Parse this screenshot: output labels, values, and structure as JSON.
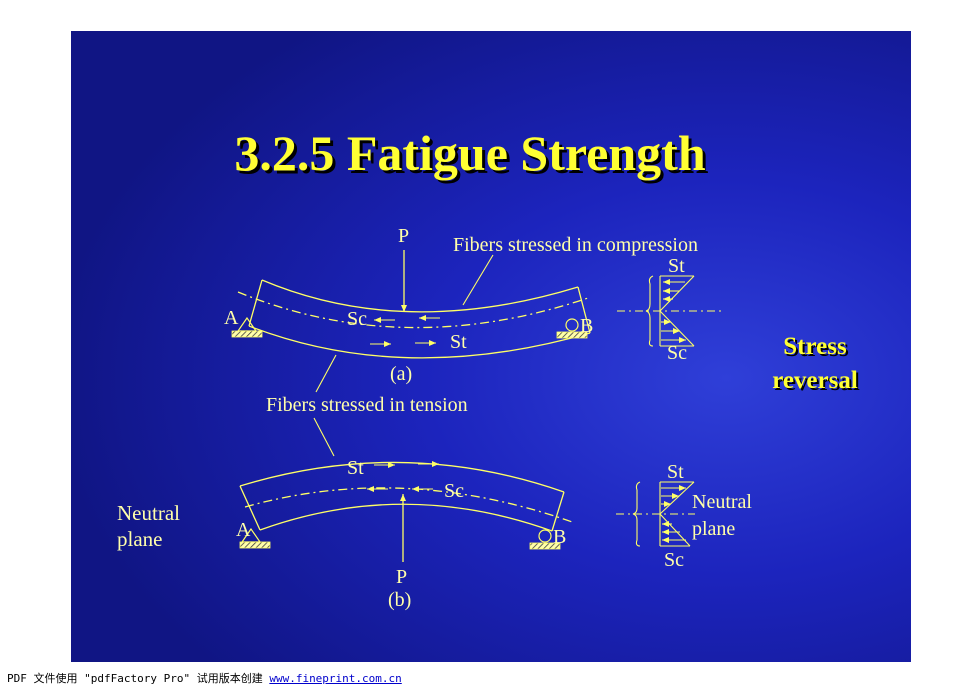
{
  "slide": {
    "title": "3.2.5 Fatigue Strength",
    "side_label_line1": "Stress",
    "side_label_line2": "reversal",
    "neutral_plane_left_line1": "Neutral",
    "neutral_plane_left_line2": "plane"
  },
  "diagram_a": {
    "load": "P",
    "support_left": "A",
    "support_right": "B",
    "compression_label": "Fibers stressed in compression",
    "sc": "Sc",
    "st": "St",
    "caption": "(a)",
    "dist_top": "St",
    "dist_bottom": "Sc"
  },
  "tension_label": "Fibers stressed in tension",
  "diagram_b": {
    "load": "P",
    "support_left": "A",
    "support_right": "B",
    "st": "St",
    "sc": "Sc",
    "caption": "(b)",
    "dist_top": "St",
    "dist_neutral1": "Neutral",
    "dist_neutral2": "plane",
    "dist_bottom": "Sc"
  },
  "footer": {
    "text": "PDF 文件使用 \"pdfFactory Pro\" 试用版本创建 ",
    "link": "www.fineprint.com.cn"
  },
  "colors": {
    "title": "#ffff33",
    "lines": "#ffff66",
    "text": "#ffffaa"
  }
}
